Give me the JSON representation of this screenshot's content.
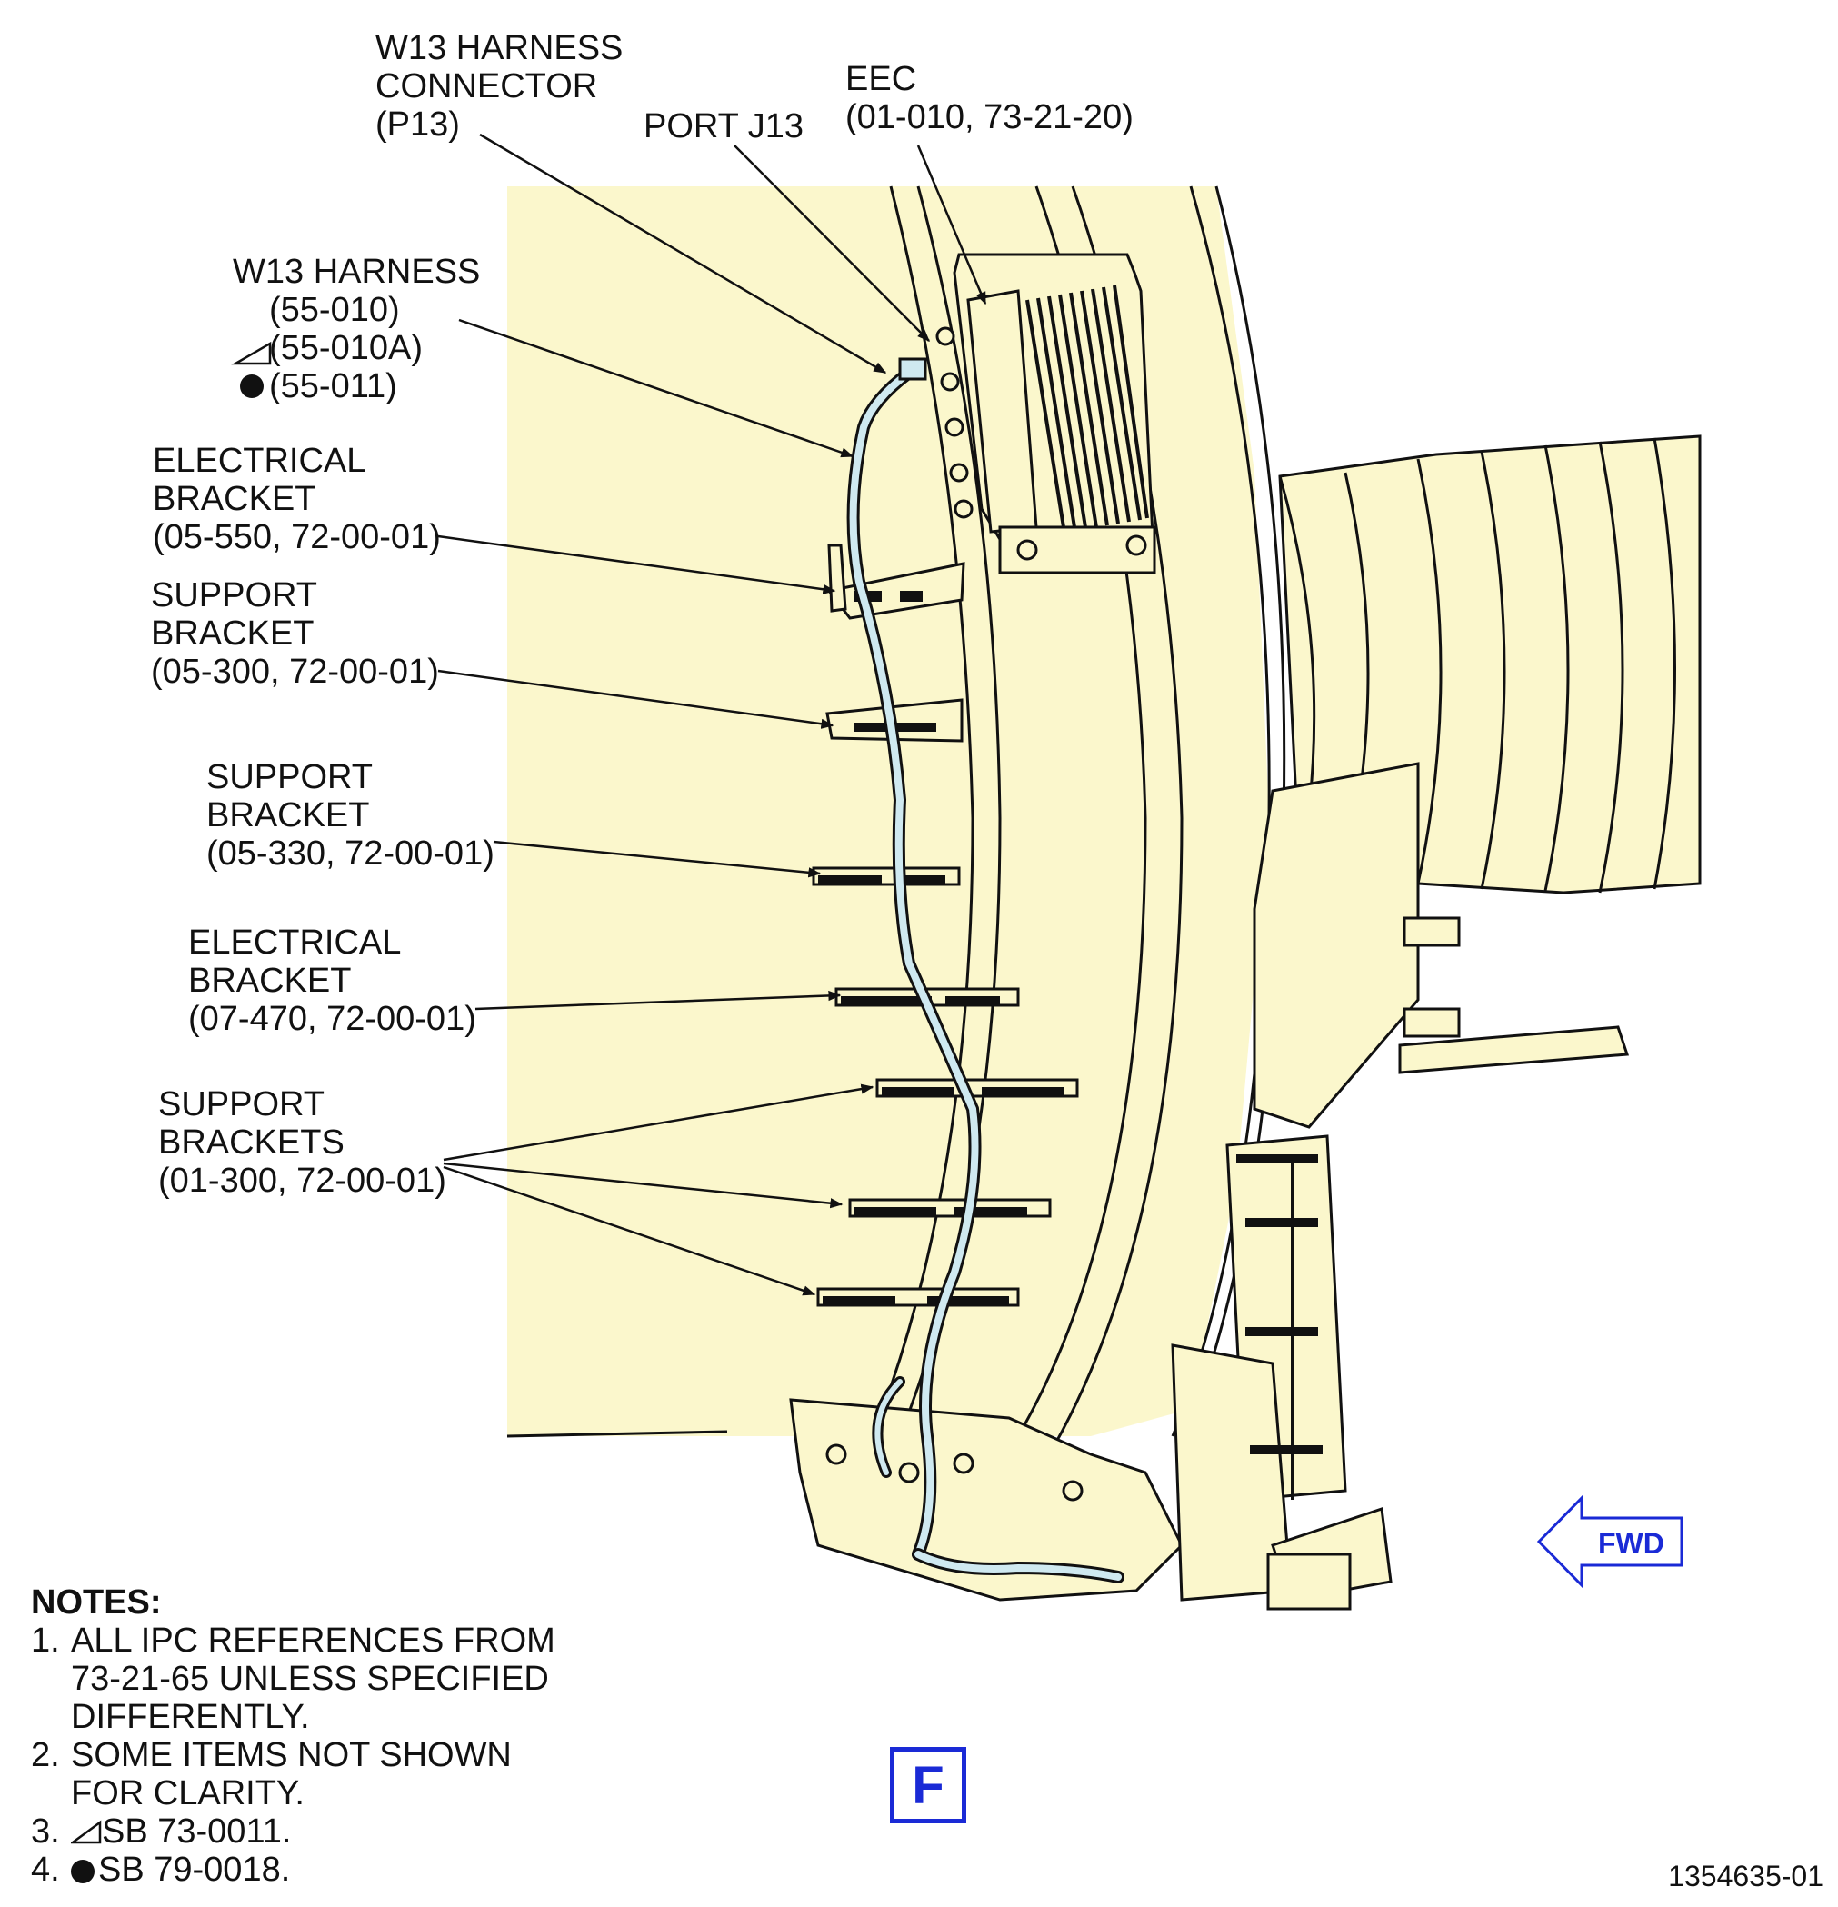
{
  "labels": {
    "harness_connector": [
      "W13 HARNESS",
      "CONNECTOR",
      "(P13)"
    ],
    "port": "PORT J13",
    "eec": [
      "EEC",
      "(01-010, 73-21-20)"
    ],
    "harness": [
      "W13 HARNESS",
      "(55-010)",
      "(55-010A)",
      "(55-011)"
    ],
    "elec_bracket_1": [
      "ELECTRICAL",
      "BRACKET",
      "(05-550, 72-00-01)"
    ],
    "support_bracket_1": [
      "SUPPORT",
      "BRACKET",
      "(05-300, 72-00-01)"
    ],
    "support_bracket_2": [
      "SUPPORT",
      "BRACKET",
      "(05-330, 72-00-01)"
    ],
    "elec_bracket_2": [
      "ELECTRICAL",
      "BRACKET",
      "(07-470, 72-00-01)"
    ],
    "support_brackets": [
      "SUPPORT",
      "BRACKETS",
      "(01-300, 72-00-01)"
    ]
  },
  "notes": {
    "title": "NOTES:",
    "items": [
      {
        "num": "1.",
        "lines": [
          "ALL IPC REFERENCES FROM",
          "73-21-65 UNLESS SPECIFIED",
          "DIFFERENTLY."
        ]
      },
      {
        "num": "2.",
        "lines": [
          "SOME ITEMS NOT SHOWN",
          "FOR CLARITY."
        ]
      },
      {
        "num": "3.",
        "lines": [
          "SB 73-0011."
        ],
        "symbol": "triangle"
      },
      {
        "num": "4.",
        "lines": [
          "SB 79-0018."
        ],
        "symbol": "dot"
      }
    ]
  },
  "view_letter": "F",
  "direction": "FWD",
  "figure_id": "1354635-01",
  "colors": {
    "background_fill": "#fbf7cc",
    "harness": "#cfe9f0",
    "accent_blue": "#1a2ad6",
    "line": "#111111"
  }
}
